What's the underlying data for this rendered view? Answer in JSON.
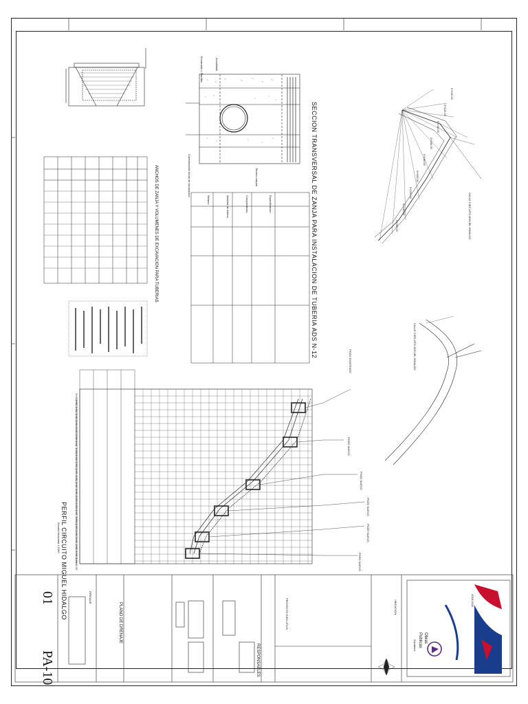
{
  "titles": {
    "seccion": "SECCION TRANSVERSAL DE ZANJA PARA INSTALACION DE TUBERIA ADS N-12",
    "anchos": "ANCHOS DE ZANJA Y VOLUMENES DE EXCAVACION PARA TUBERIAS",
    "perfil": "PERFIL CIRCUITO MIGUEL HIDALGO",
    "perfil_escala": "Escala Horizontal 1:1000"
  },
  "streets": {
    "calle_a": "CALLE CIRCUITO MIGUEL HIDALGO",
    "calle_b": "CALLE CIRCUITO MIGUEL HIDALGO"
  },
  "wells": [
    "POZO EXISTENTE",
    "POZO NUEVO",
    "POZO NUEVO",
    "POZO NUEVO",
    "POZO NUEVO",
    "POZO NUEVO"
  ],
  "stations": [
    "0+400.00",
    "0+410.00",
    "0+420.00",
    "0+430.00",
    "0+440.00",
    "0+450.00",
    "0+460.00",
    "0+470.00",
    "0+480.00",
    "0+490.00",
    "0+500.00",
    "0+510.00",
    "0+520.00",
    "0+530.00",
    "0+540.00",
    "0+550.00",
    "0+560.00",
    "0+570.00",
    "0+580.00",
    "0+590.00",
    "0+600.00",
    "0+610.00",
    "0+620.00",
    "0+630.00",
    "0+640.00"
  ],
  "chain_labels": [
    "0+100.00",
    "0+120.00",
    "0+140.00",
    "0+160.00",
    "0+180.00",
    "0+200.00",
    "0+220.00",
    "0+240.00",
    "0+260.00"
  ],
  "table_cols": [
    "Relleno",
    "Material de relleno",
    "Compactacion",
    "Especificacion"
  ],
  "trench_notes": {
    "acostillado": "Acostillado",
    "encamado": "Encamado o Plantilla",
    "terreno": "Terreno natural",
    "cama": "Conformacion fondo de excavacion"
  },
  "titleblock": {
    "sheet_code": "PA-10",
    "sheet_number": "01",
    "plano": "PLANO DE DRENAJE",
    "drenaje": "DRENAJE",
    "ubicacion": "UBICACION",
    "responsables": "RESPONSABLES",
    "obras": "Obras",
    "publicas": "Publicas",
    "municipio": "Zacatelco",
    "periodo": "2018-2020",
    "proyecto": "PROYECTO EJECUTIVO"
  },
  "colors": {
    "line": "#222222",
    "grid": "#555555",
    "red": "#c8102e",
    "blue": "#1a3c8c",
    "purple": "#5b2c83"
  }
}
